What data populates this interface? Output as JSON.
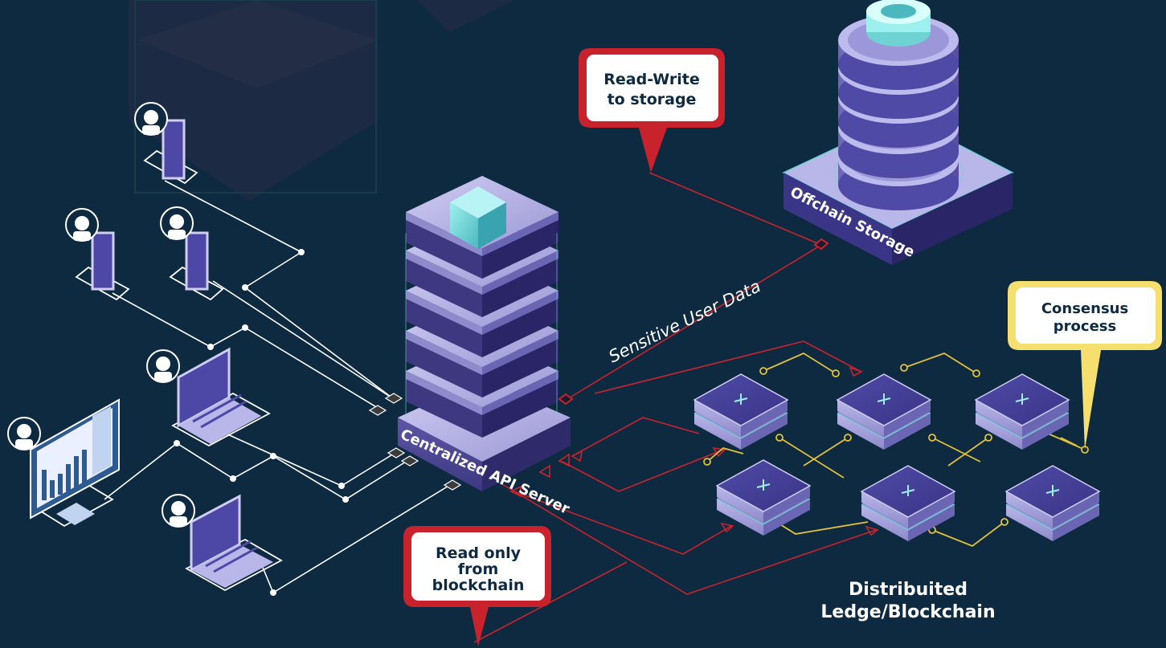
{
  "colors": {
    "background": "#0e2a41",
    "connector_white": "#ffffff",
    "connector_red": "#c8232c",
    "connector_yellow": "#e2c23a",
    "server_purple": "#7a74b8",
    "node_teal": "#6fd3d3"
  },
  "callouts": {
    "read_write": {
      "line1": "Read-Write",
      "line2": "to storage"
    },
    "consensus": {
      "line1": "Consensus",
      "line2": "process"
    },
    "read_only": {
      "line1": "Read only",
      "line2": "from",
      "line3": "blockchain"
    }
  },
  "labels": {
    "sensitive_data": "Sensitive User Data",
    "api_server": "Centralized API Server",
    "offchain_storage": "Offchain Storage",
    "blockchain_line1": "Distribuited",
    "blockchain_line2": "Ledge/Blockchain"
  },
  "icons": {
    "users": [
      "user-avatar-icon",
      "mobile-phone-icon",
      "laptop-icon",
      "desktop-monitor-icon",
      "bar-chart-icon"
    ],
    "server": "server-stack-icon",
    "storage": "database-cylinder-icon",
    "nodes": "blockchain-node-icon"
  }
}
